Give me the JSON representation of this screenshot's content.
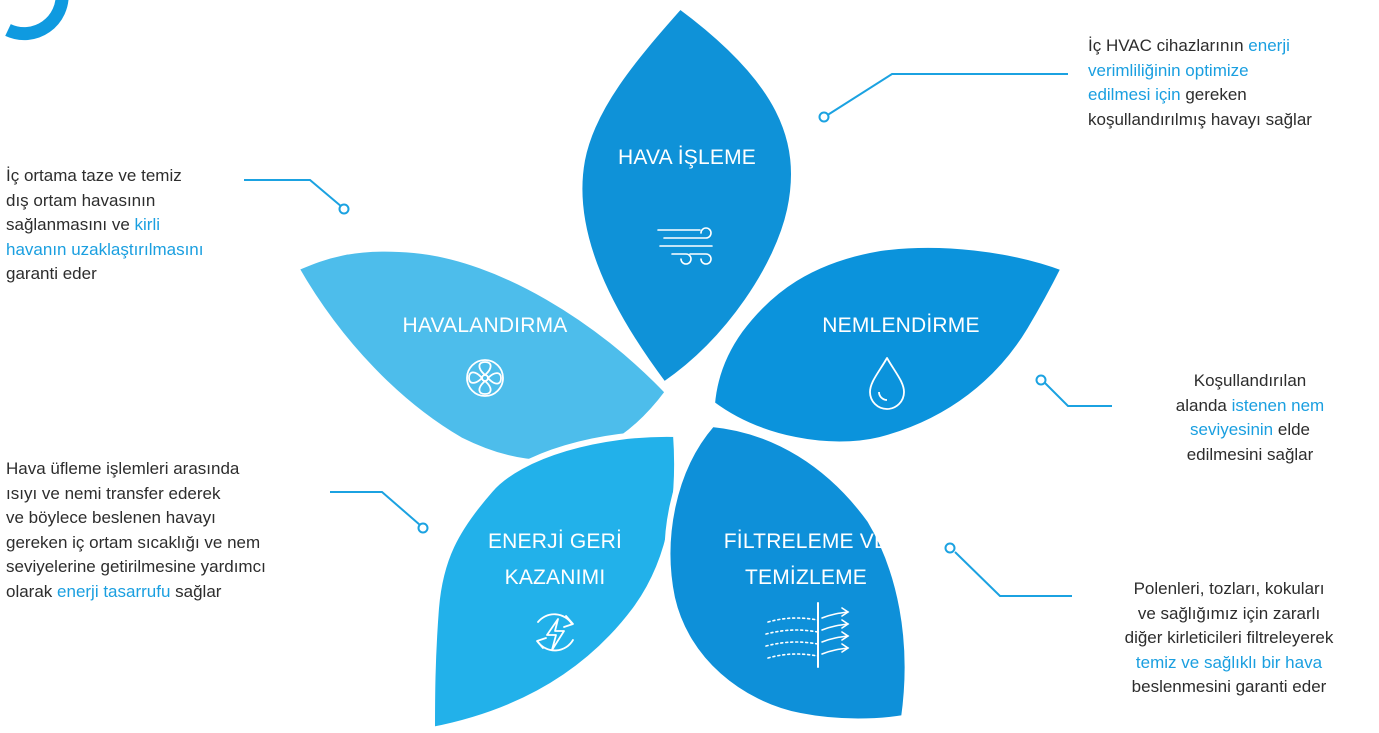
{
  "colors": {
    "accent": "#1a9fe0",
    "petal_hava_isleme": "#0f92d8",
    "petal_nemlendirme": "#0b93dc",
    "petal_filtreleme": "#0e90d9",
    "petal_havalandirma": "#4dbdeb",
    "petal_enerji": "#22b1ea",
    "connector": "#1ba2e1",
    "logo": "#0f9ae0"
  },
  "petals": {
    "hava_isleme": {
      "title": "HAVA İŞLEME",
      "icon": "wind-icon"
    },
    "nemlendirme": {
      "title": "NEMLENDİRME",
      "icon": "water-drop-icon"
    },
    "havalandirma": {
      "title": "HAVALANDIRMA",
      "icon": "fan-icon"
    },
    "enerji_geri_kazanimi": {
      "title_line1": "ENERJİ GERİ",
      "title_line2": "KAZANIMI",
      "icon": "energy-recovery-icon"
    },
    "filtreleme": {
      "title_line1": "FİLTRELEME VE",
      "title_line2": "TEMİZLEME",
      "icon": "filter-icon"
    }
  },
  "descriptions": {
    "top_right": {
      "t1": "İç HVAC cihazlarının ",
      "h1": "enerji",
      "h2": "verimliliğinin optimize",
      "h3": "edilmesi için",
      "t2": " gereken",
      "t3": "koşullandırılmış havayı sağlar"
    },
    "left_top": {
      "t1": "İç ortama taze ve temiz",
      "t2": "dış ortam havasının",
      "t3": "sağlanmasını ve ",
      "h1": "kirli",
      "h2": "havanın uzaklaştırılmasını",
      "t4": "garanti eder"
    },
    "right_mid": {
      "t1": "Koşullandırılan",
      "t2": "alanda ",
      "h1": "istenen nem",
      "h2": "seviyesinin",
      "t3": " elde",
      "t4": "edilmesini sağlar"
    },
    "left_bottom": {
      "t1": "Hava üfleme işlemleri arasında",
      "t2": "ısıyı ve nemi transfer ederek",
      "t3": "ve böylece beslenen havayı",
      "t4": "gereken iç ortam sıcaklığı ve nem",
      "t5": "seviyelerine getirilmesine yardımcı",
      "t6": "olarak ",
      "h1": "enerji tasarrufu",
      "t7": " sağlar"
    },
    "right_bottom": {
      "t1": "Polenleri, tozları, kokuları",
      "t2": "ve sağlığımız için zararlı",
      "t3": "diğer kirleticileri filtreleyerek",
      "h1": "temiz ve sağlıklı bir hava",
      "t4": "beslenmesini garanti eder"
    }
  }
}
